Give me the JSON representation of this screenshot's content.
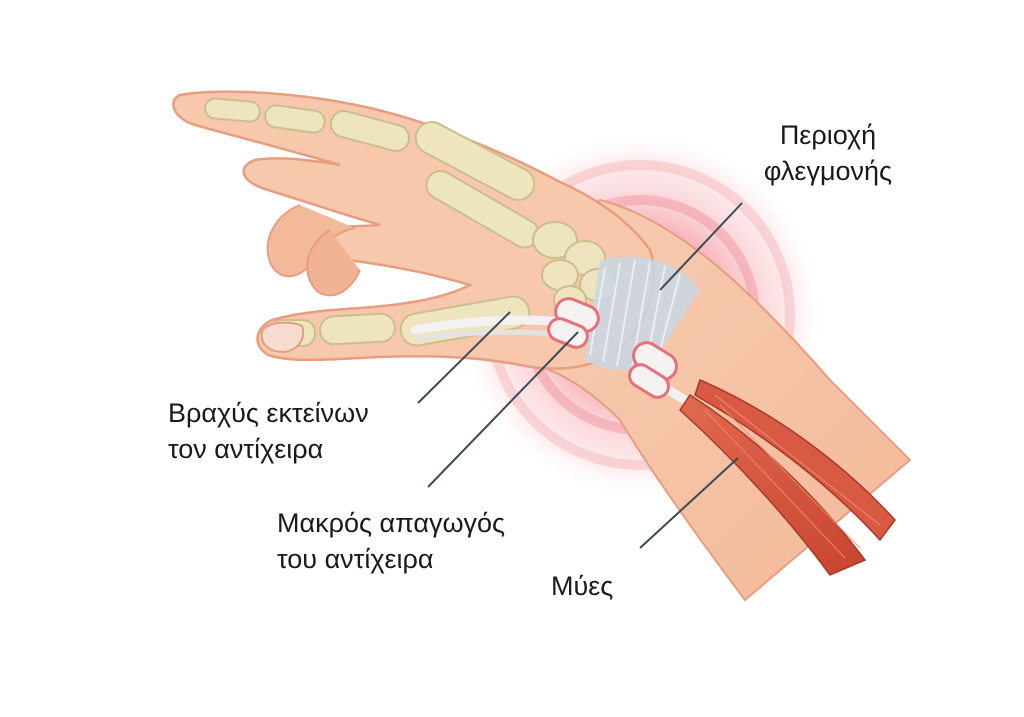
{
  "diagram": {
    "labels": {
      "inflammation_area": {
        "line1": "Περιοχή",
        "line2": "φλεγμονής"
      },
      "extensor_pollicis_brevis": {
        "line1": "Βραχύς εκτείνων",
        "line2": "τον αντίχειρα"
      },
      "abductor_pollicis_longus": {
        "line1": "Μακρός απαγωγός",
        "line2": "του αντίχειρα"
      },
      "muscles": {
        "line1": "Μύες"
      }
    },
    "colors": {
      "skin": "#f6c6aa",
      "skin_outline": "#e79d7f",
      "bone": "#eee4bd",
      "bone_outline": "#cbbf8e",
      "inflammation": "#e8324a",
      "tendon": "#f3f1f2",
      "tendon_sheath": "#e6707c",
      "muscle": "#d7513a",
      "retinaculum": "#c9d7e4",
      "leader_line": "#3b4a55"
    }
  }
}
